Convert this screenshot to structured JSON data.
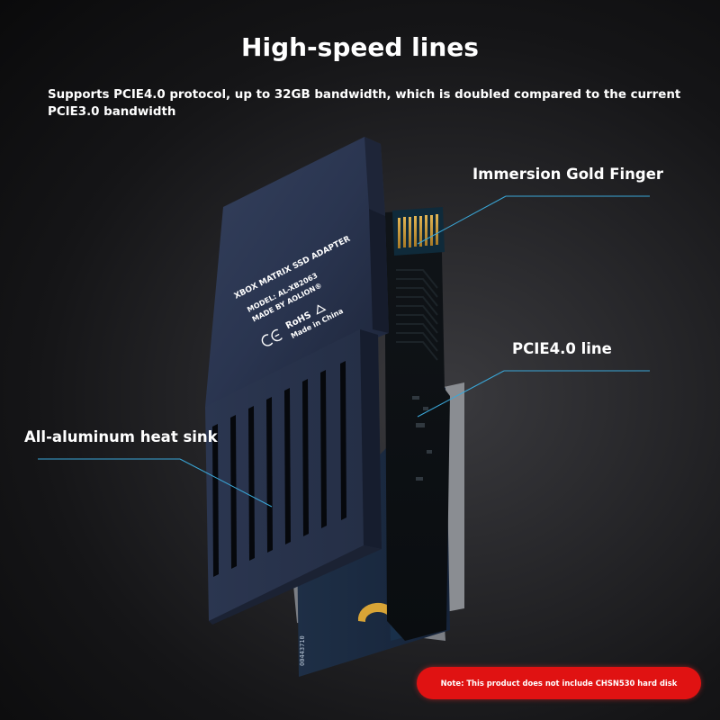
{
  "title": "High-speed lines",
  "subtitle": "Supports PCIE4.0 protocol, up to 32GB bandwidth, which is doubled compared to the current PCIE3.0 bandwidth",
  "callouts": {
    "gold_finger": "Immersion Gold Finger",
    "pcie_line": "PCIE4.0 line",
    "heat_sink": "All-aluminum heat sink"
  },
  "product_label": {
    "line1": "XBOX MATRIX SSD ADAPTER",
    "line2": "MODEL: AL-XB2063",
    "line3": "MADE BY AOLION®",
    "line4": "RoHS",
    "line5": "Made in China"
  },
  "note": "Note: This product does not include CHSN530 hard disk",
  "colors": {
    "casing": "#2c3852",
    "callout_line": "#3aa7d8",
    "note_bg": "#e01212"
  }
}
